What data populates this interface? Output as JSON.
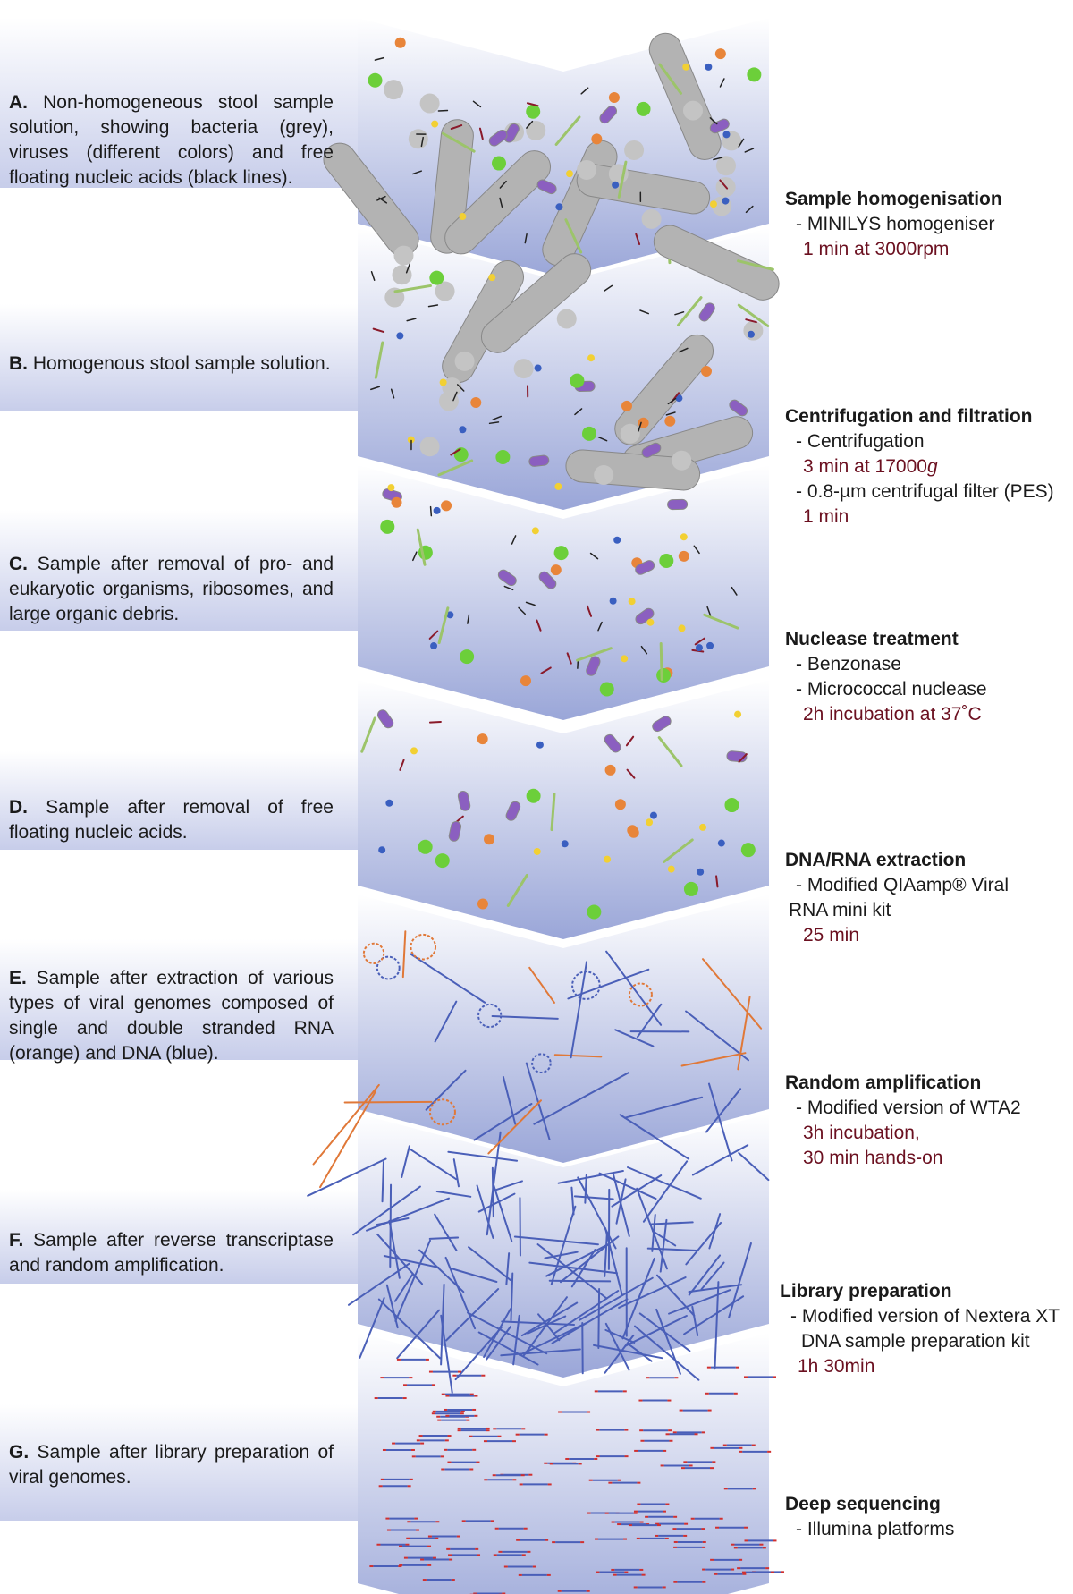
{
  "colors": {
    "band_top": "#ffffff",
    "band_bottom": "#9aa6d8",
    "label_band": "#c7cdea",
    "time_text": "#6b1020",
    "bacteria": "#b3b3b3",
    "virus_green": "#6ccf3a",
    "virus_orange": "#e8853a",
    "virus_purple": "#8b5fc0",
    "virus_blue": "#3a5fc0",
    "virus_yellow": "#f2d033",
    "phage": "#8a1a2a",
    "dna_blue": "#4a5fb8",
    "rna_orange": "#e07838",
    "read_red": "#d03030"
  },
  "stages": [
    {
      "letter": "A.",
      "text": "Non-homogeneous stool sample solution, showing bacteria (grey), viruses (different colors) and free floating nucleic acids (black lines)."
    },
    {
      "letter": "B.",
      "text": "Homogenous stool sample solution."
    },
    {
      "letter": "C.",
      "text": "Sample after removal of pro- and eukaryotic organisms, ribosomes, and large organic debris."
    },
    {
      "letter": "D.",
      "text": "Sample after removal of free floating nucleic acids."
    },
    {
      "letter": "E.",
      "text": "Sample after extraction of various types of viral genomes composed of single and double stranded RNA (orange) and DNA (blue)."
    },
    {
      "letter": "F.",
      "text": "Sample after reverse transcriptase and random amplification."
    },
    {
      "letter": "G.",
      "text": "Sample after library preparation of viral genomes."
    }
  ],
  "steps": [
    {
      "title": "Sample homogenisation",
      "items": [
        "- MINILYS homogeniser"
      ],
      "time": [
        "1 min at 3000rpm"
      ]
    },
    {
      "title": "Centrifugation and filtration",
      "items": [
        "- Centrifugation"
      ],
      "time": [
        "3 min at 17000g"
      ],
      "items2": [
        "- 0.8-µm centrifugal filter (PES)"
      ],
      "time2": [
        "1 min"
      ]
    },
    {
      "title": "Nuclease treatment",
      "items": [
        "- Benzonase",
        "- Micrococcal nuclease"
      ],
      "time": [
        "2h incubation at 37˚C"
      ]
    },
    {
      "title": "DNA/RNA extraction",
      "items": [
        "- Modified QIAamp® Viral"
      ],
      "cont": [
        "RNA mini kit"
      ],
      "time": [
        "25 min"
      ]
    },
    {
      "title": "Random amplification",
      "items": [
        "- Modified version of WTA2"
      ],
      "time": [
        "3h incubation,",
        "30 min hands-on"
      ]
    },
    {
      "title": "Library preparation",
      "items": [
        "- Modified version of Nextera XT"
      ],
      "cont": [
        "DNA sample preparation kit"
      ],
      "time": [
        "1h 30min"
      ]
    },
    {
      "title": "Deep sequencing",
      "items": [
        "- Illumina platforms"
      ],
      "time": []
    }
  ]
}
